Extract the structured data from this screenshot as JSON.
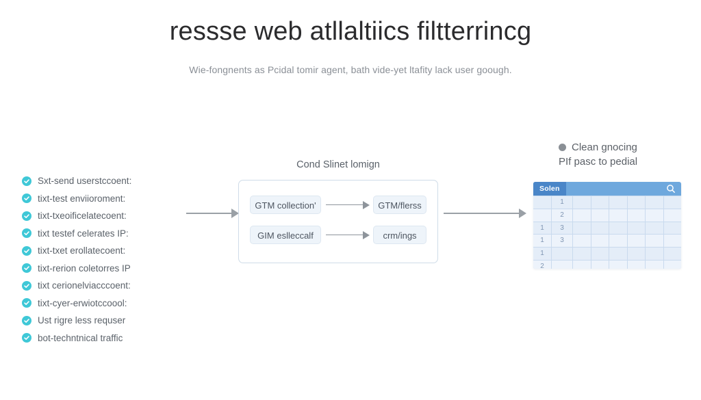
{
  "header": {
    "title": "ressse web atllaltiics filtterrincg",
    "subtitle": "Wie-fongnents as Pcidal tomir agent, bath vide-yet ltafity lack user goough."
  },
  "checklist": {
    "icon": "check-circle-icon",
    "items": [
      {
        "label": "Sxt-send userstccoent:"
      },
      {
        "label": "tixt-test enviioroment:"
      },
      {
        "label": "tixt-txeoificelatecoent:"
      },
      {
        "label": "tixt testef celerates IP:"
      },
      {
        "label": "tixt-txet erollatecoent:"
      },
      {
        "label": "tixt-rerion coletorres IP"
      },
      {
        "label": "tixt cerionelviacccoent:"
      },
      {
        "label": "tixt-cyer-erwiotccoool:"
      },
      {
        "label": "Ust rigre less requser"
      },
      {
        "label": "bot-techntnical traffic"
      }
    ]
  },
  "pipeline": {
    "title": "Cond Slinet lomign",
    "rows": [
      {
        "source": "GTM collection'",
        "target": "GTM/flerss"
      },
      {
        "source": "GIM eslleccalf",
        "target": "crm/ings"
      }
    ]
  },
  "right_panel": {
    "legend_line_1": "Clean gnocing",
    "legend_line_2": "PIf pasc to pedial",
    "legend_bullet_color": "#8a8f95",
    "sheet": {
      "tab_label": "Solen",
      "search_icon": "search-icon",
      "header_color": "#6ea8dd",
      "tab_color": "#4a86c8",
      "columns": 8,
      "rows": [
        [
          "",
          "1",
          "",
          "",
          "",
          "",
          "",
          ""
        ],
        [
          "",
          "2",
          "",
          "",
          "",
          "",
          "",
          ""
        ],
        [
          "1",
          "3",
          "",
          "",
          "",
          "",
          "",
          ""
        ],
        [
          "1",
          "3",
          "",
          "",
          "",
          "",
          "",
          ""
        ],
        [
          "1",
          "",
          "",
          "",
          "",
          "",
          "",
          ""
        ],
        [
          "2",
          "",
          "",
          "",
          "",
          "",
          "",
          ""
        ]
      ]
    }
  },
  "arrows": {
    "color": "#9aa0a6",
    "left_to_center": "arrow-right",
    "center_to_right": "arrow-right"
  },
  "colors": {
    "accent_teal": "#3fc8d7",
    "sheet_blue": "#6ea8dd",
    "text": "#5a6169",
    "background": "#ffffff"
  }
}
